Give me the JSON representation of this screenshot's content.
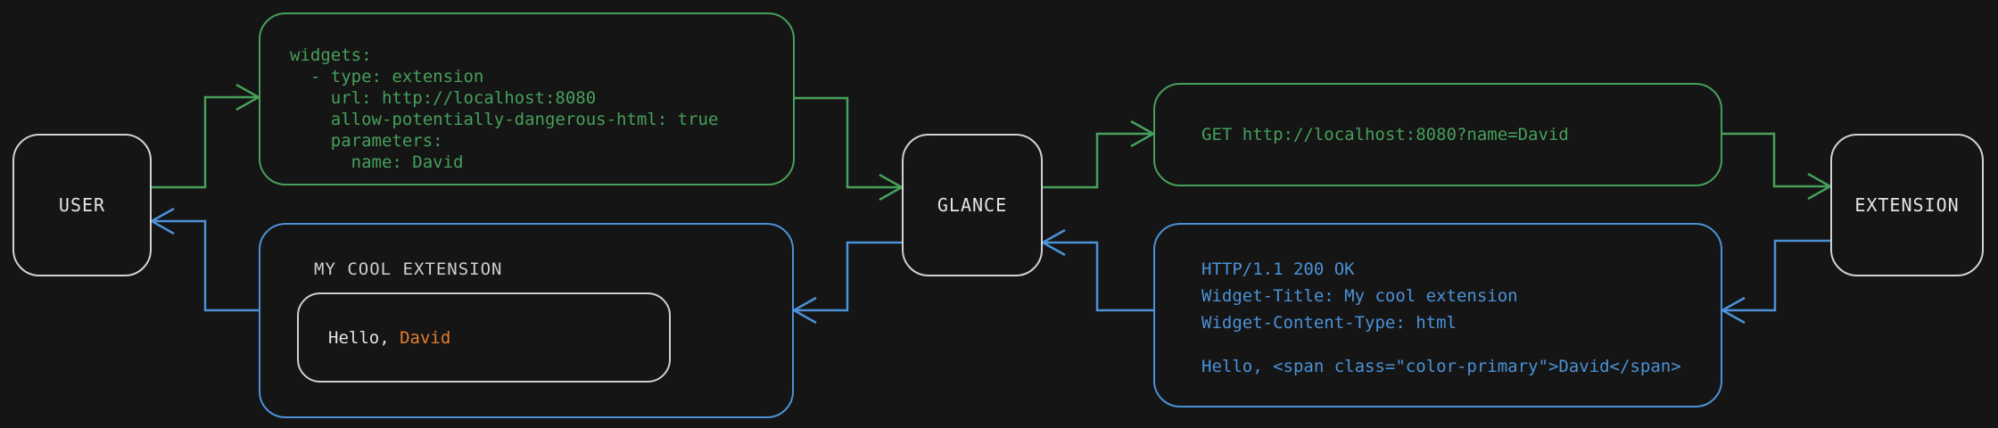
{
  "colors": {
    "background": "#151515",
    "green": "#46a05a",
    "blue": "#4b92d8",
    "orange": "#e57e2e",
    "node_border": "#d2d2d2",
    "text": "#e4e4e4"
  },
  "nodes": {
    "user": {
      "label": "USER"
    },
    "glance": {
      "label": "GLANCE"
    },
    "extension": {
      "label": "EXTENSION"
    }
  },
  "config_box": {
    "lines": [
      "widgets:",
      "  - type: extension",
      "    url: http://localhost:8080",
      "    allow-potentially-dangerous-html: true",
      "    parameters:",
      "      name: David"
    ]
  },
  "request_box": {
    "text": "GET http://localhost:8080?name=David"
  },
  "response_box": {
    "lines": [
      "HTTP/1.1 200 OK",
      "Widget-Title: My cool extension",
      "Widget-Content-Type: html",
      "",
      "Hello, <span class=\"color-primary\">David</span>"
    ]
  },
  "widget_box": {
    "title": "MY COOL EXTENSION",
    "greeting_prefix": "Hello, ",
    "greeting_name": "David"
  }
}
